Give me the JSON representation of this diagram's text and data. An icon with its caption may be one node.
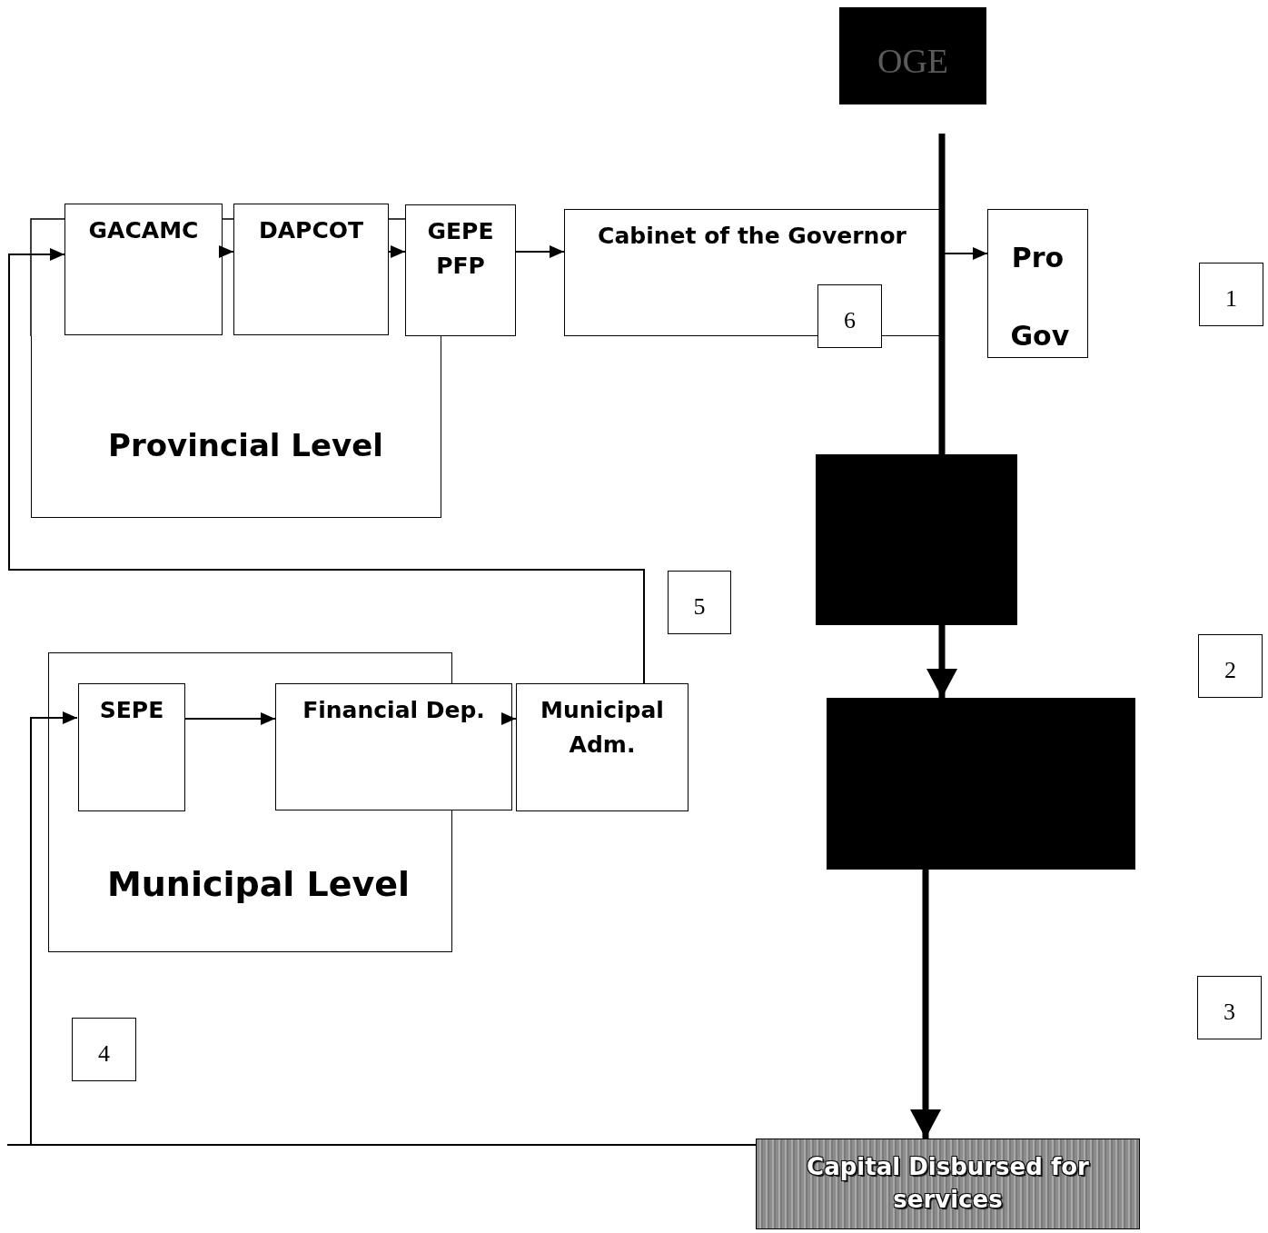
{
  "diagram": {
    "nodes": [
      {
        "text": [
          "OGE"
        ]
      },
      {
        "text": [
          "Provincial Level"
        ]
      },
      {
        "text": [
          "GACAMC"
        ]
      },
      {
        "text": [
          "DAPCOT"
        ]
      },
      {
        "text": [
          "GEPE PFP"
        ]
      },
      {
        "text": [
          "Cabinet of the Governor"
        ]
      },
      {
        "text": [
          "6"
        ]
      },
      {
        "text": [
          "Pro Gov"
        ]
      },
      {
        "text": [
          "1"
        ]
      },
      {
        "text": [],
        "shape": "box"
      },
      {
        "text": [
          "5"
        ]
      },
      {
        "text": [
          "2"
        ]
      },
      {
        "text": [
          "Municipal Level"
        ]
      },
      {
        "text": [
          "SEPE"
        ],
        "in": 12
      },
      {
        "text": [
          "Financial Dep."
        ]
      },
      {
        "text": [
          "Municipal Adm."
        ]
      },
      {
        "text": [],
        "shape": "box"
      },
      {
        "text": [
          "3"
        ]
      },
      {
        "text": [
          "4"
        ]
      },
      {
        "text": [
          "Capital Disbursed for services"
        ]
      }
    ],
    "edges": [
      {
        "from": 2,
        "to": 3,
        "arrow": "to"
      },
      {
        "from": 3,
        "to": 4,
        "arrow": "to"
      },
      {
        "from": 4,
        "to": 5,
        "arrow": "to"
      },
      {
        "from": 5,
        "to": 7,
        "arrow": "to"
      },
      {
        "from": null,
        "to": 9,
        "arrow": "none",
        "style": "thick"
      },
      {
        "from": 9,
        "to": 16,
        "arrow": "to",
        "style": "thick"
      },
      {
        "from": 16,
        "to": 19,
        "arrow": "to",
        "style": "thick"
      },
      {
        "from": 19,
        "to": 13,
        "arrow": "to"
      },
      {
        "from": 19,
        "to": null,
        "arrow": "none"
      },
      {
        "from": 13,
        "to": 14,
        "arrow": "to"
      },
      {
        "from": 14,
        "to": 15,
        "arrow": "to"
      },
      {
        "from": 15,
        "to": 2,
        "arrow": "to"
      }
    ]
  }
}
